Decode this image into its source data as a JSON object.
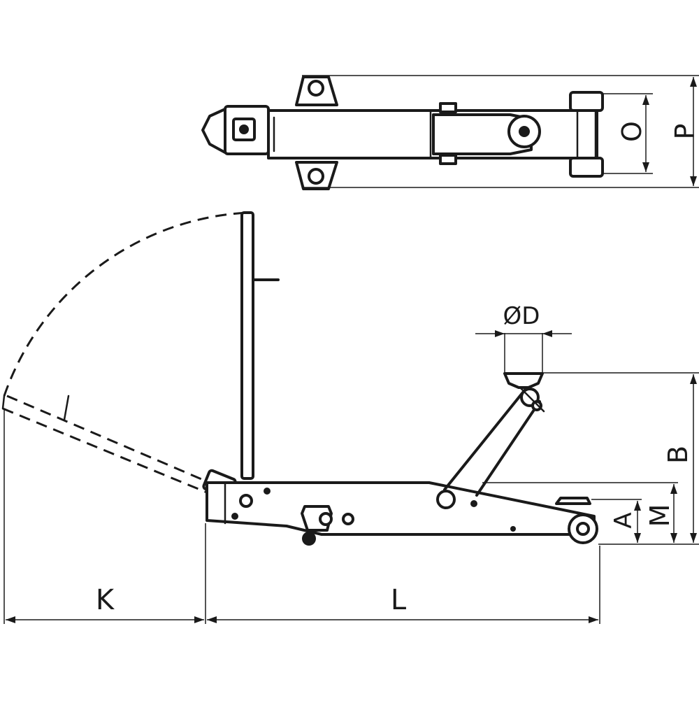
{
  "diagram": {
    "labels": {
      "O": "O",
      "P": "P",
      "D": "ØD",
      "B": "B",
      "A": "A",
      "M": "M",
      "K": "K",
      "L": "L"
    },
    "colors": {
      "line": "#1a1a1a",
      "background": "#ffffff"
    }
  }
}
